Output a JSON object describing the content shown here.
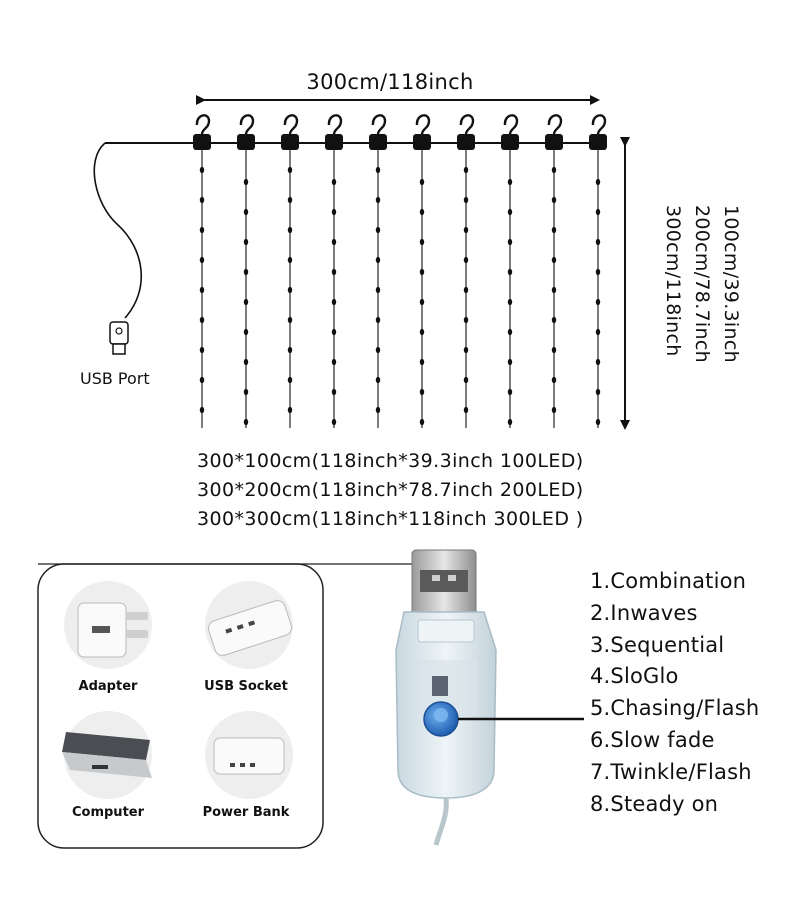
{
  "dimensions": {
    "width_label": "300cm/118inch",
    "height_labels": [
      "100cm/39.3inch",
      "200cm/78.7inch",
      "300cm/118inch"
    ]
  },
  "usb_port_label": "USB Port",
  "size_options": [
    "300*100cm(118inch*39.3inch  100LED)",
    "300*200cm(118inch*78.7inch  200LED)",
    "300*300cm(118inch*118inch  300LED )"
  ],
  "power_sources": [
    {
      "label": "Adapter",
      "icon": "adapter-icon"
    },
    {
      "label": "USB Socket",
      "icon": "usb-socket-icon"
    },
    {
      "label": "Computer",
      "icon": "computer-icon"
    },
    {
      "label": "Power Bank",
      "icon": "power-bank-icon"
    }
  ],
  "modes": [
    "1.Combination",
    "2.Inwaves",
    "3.Sequential",
    "4.SloGlo",
    "5.Chasing/Flash",
    "6.Slow fade",
    "7.Twinkle/Flash",
    "8.Steady on"
  ],
  "colors": {
    "line": "#111111",
    "button": "#2f7fd6",
    "controller_body": "#dfe9ee"
  }
}
